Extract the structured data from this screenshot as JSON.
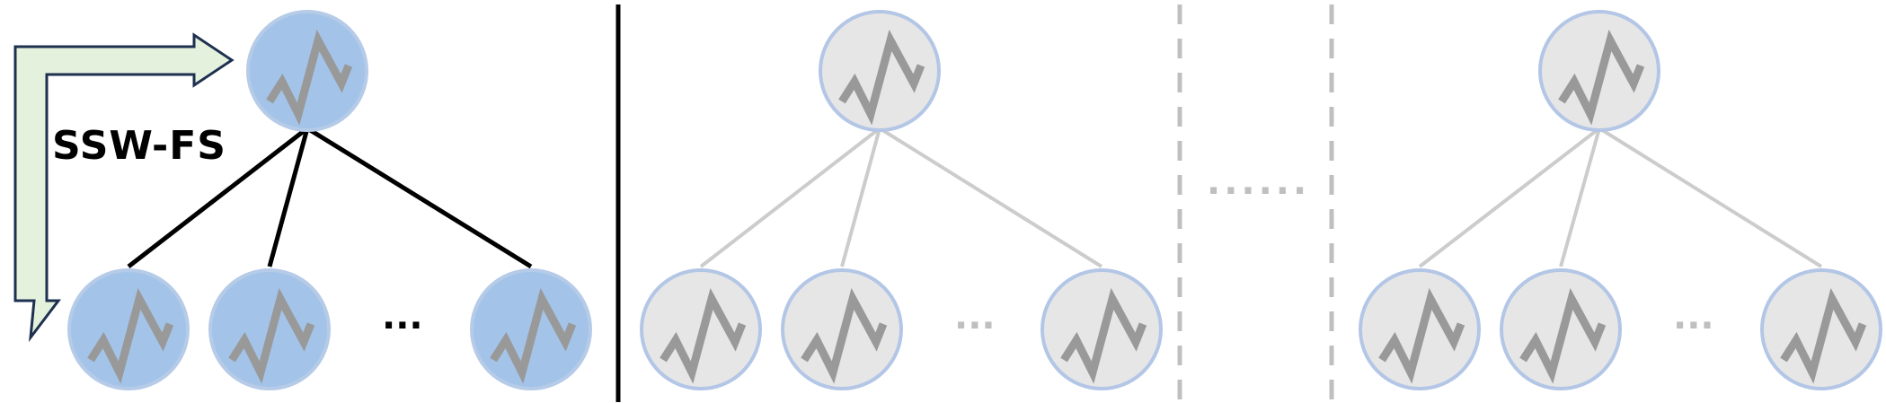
{
  "arrow_label": "SSW-FS",
  "ellipsis": "...",
  "dashed_ellipsis": "......",
  "colors": {
    "active_fill": "#a3c4e8",
    "active_stroke": "#b6cbe8",
    "inactive_fill": "#e6e6e6",
    "inactive_stroke": "#b3c6e6",
    "wave": "#999999",
    "active_edge": "#000000",
    "inactive_edge": "#cccccc",
    "arrow_fill": "#e4f1dc",
    "arrow_stroke": "#1e3050",
    "divider": "#000000",
    "dashed": "#bfbfbf"
  },
  "groups": [
    {
      "state": "active"
    },
    {
      "state": "inactive"
    },
    {
      "state": "inactive"
    }
  ]
}
